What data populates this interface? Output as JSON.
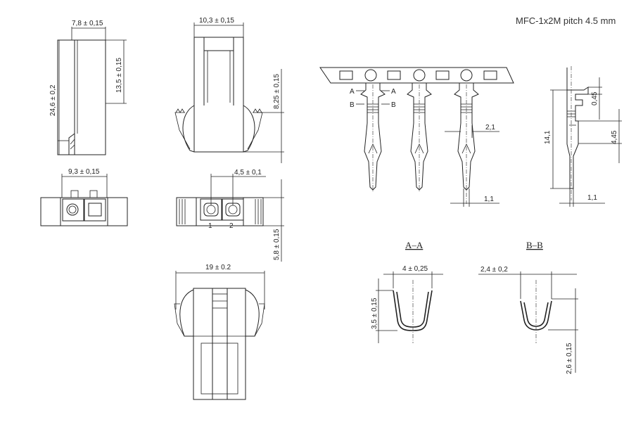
{
  "title": "MFC-1x2M pitch 4.5 mm",
  "dimensions": {
    "side_width": "7,8 ± 0,15",
    "side_height": "24,6 ± 0,2",
    "side_inner": "13,5 ± 0,15",
    "front_width": "10,3 ± 0,15",
    "front_latch": "8,25 ± 0,15",
    "bottom_width": "9,3 ± 0,15",
    "pitch": "4,5 ± 0,1",
    "face_height": "5,8 ± 0,15",
    "full_width": "19 ± 0.2",
    "strip_shoulder": "2,1",
    "strip_pin": "1,1",
    "terminal_height": "14,1",
    "terminal_tab": "0,45",
    "terminal_offset": "4,45",
    "terminal_pin": "1,1",
    "aa_width": "4 ± 0,25",
    "aa_height": "3,5 ± 0,15",
    "bb_width": "2,4 ± 0,2",
    "bb_height": "2,6 ± 0,15"
  },
  "pins": [
    "1",
    "2"
  ],
  "section_marks": {
    "a": "A",
    "b": "B"
  },
  "sections": {
    "aa": "A–A",
    "bb": "B–B"
  }
}
